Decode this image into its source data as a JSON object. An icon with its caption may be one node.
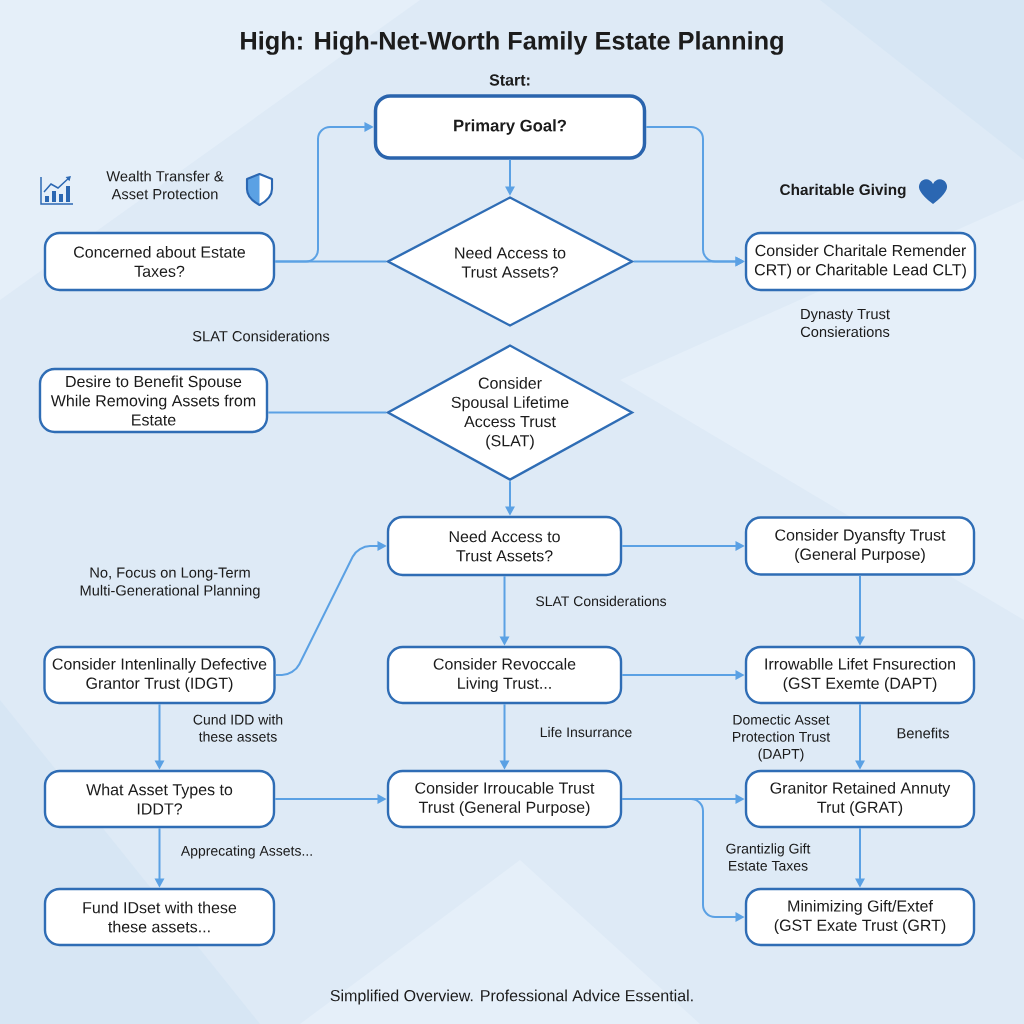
{
  "diagram": {
    "title": "High: High-Net-Worth Family Estate Planning",
    "caption": "Simplified Overview. Professional Advice Essential.",
    "nodes": [
      {
        "text": [
          "Start:",
          "Primary Goal?"
        ]
      },
      {
        "text": [
          "Concerned about Estate Taxes?"
        ]
      },
      {
        "text": [
          "Need Access to Trust Assets?"
        ]
      },
      {
        "text": [
          "Consider Charitale Remender CRT) or Charitable Lead CLT)"
        ]
      },
      {
        "text": [
          "Desire to Benefit Spouse While Removing Assets from Estate"
        ]
      },
      {
        "text": [
          "Consider Spousal Lifetime Access Trust (SLAT)"
        ]
      },
      {
        "text": [
          "Need Access to Trust Assets?"
        ]
      },
      {
        "text": [
          "Consider Dyansfty Trust (General Purpose)"
        ]
      },
      {
        "text": [
          "Consider Intenlinally Defective Grantor Trust (IDGT)"
        ]
      },
      {
        "text": [
          "Consider Revoccale Living Trust..."
        ]
      },
      {
        "text": [
          "Irrowablle Lifet Fnsurection (GST Exemte (DAPT)"
        ]
      },
      {
        "text": [
          "What Asset Types to IDDT?"
        ]
      },
      {
        "text": [
          "Consider Irroucable Trust Trust (General Purpose)"
        ]
      },
      {
        "text": [
          "Granitor Retained Annuty Trut (GRAT)"
        ]
      },
      {
        "text": [
          "Fund IDset with these these assets..."
        ]
      },
      {
        "text": [
          "Minimizing Gift/Extef (GST Exate Trust (GRT)"
        ]
      }
    ],
    "edges": [
      {
        "from": 0,
        "to": 2,
        "arrow": "to"
      },
      {
        "from": 1,
        "to": 0,
        "arrow": "to"
      },
      {
        "from": 1,
        "to": 2,
        "arrow": "none"
      },
      {
        "from": 0,
        "to": 3,
        "arrow": "to"
      },
      {
        "from": 2,
        "to": 3,
        "arrow": "to"
      },
      {
        "from": 4,
        "to": 5,
        "arrow": "none"
      },
      {
        "from": 5,
        "to": 6,
        "arrow": "to"
      },
      {
        "from": 6,
        "to": 7,
        "arrow": "to"
      },
      {
        "from": 6,
        "to": 9,
        "arrow": "to",
        "label": "SLAT Considerations"
      },
      {
        "from": 8,
        "to": 6,
        "arrow": "to"
      },
      {
        "from": 8,
        "to": 11,
        "arrow": "to",
        "label": "Cund IDD with these assets"
      },
      {
        "from": 11,
        "to": 12,
        "arrow": "to"
      },
      {
        "from": 11,
        "to": 14,
        "arrow": "to",
        "label": "Apprecating Assets..."
      },
      {
        "from": 9,
        "to": 12,
        "arrow": "to",
        "label": "Life Insurrance"
      },
      {
        "from": 9,
        "to": 10,
        "arrow": "to"
      },
      {
        "from": 7,
        "to": 10,
        "arrow": "to"
      },
      {
        "from": 10,
        "to": 13,
        "arrow": "to",
        "label": "Domectic Asset Protection Trust (DAPT)"
      },
      {
        "from": 12,
        "to": 13,
        "arrow": "to"
      },
      {
        "from": 12,
        "to": 15,
        "arrow": "to",
        "label": "Grantizlig Gift Estate Taxes"
      },
      {
        "from": 13,
        "to": 15,
        "arrow": "to"
      }
    ],
    "labels": [
      "Wealth Transfer & Asset Protection",
      "Charitable Giving",
      "SLAT Considerations",
      "Dynasty Trust Consierations",
      "No, Focus on Long-Term Multi-Generational Planning",
      "Benefits"
    ]
  }
}
